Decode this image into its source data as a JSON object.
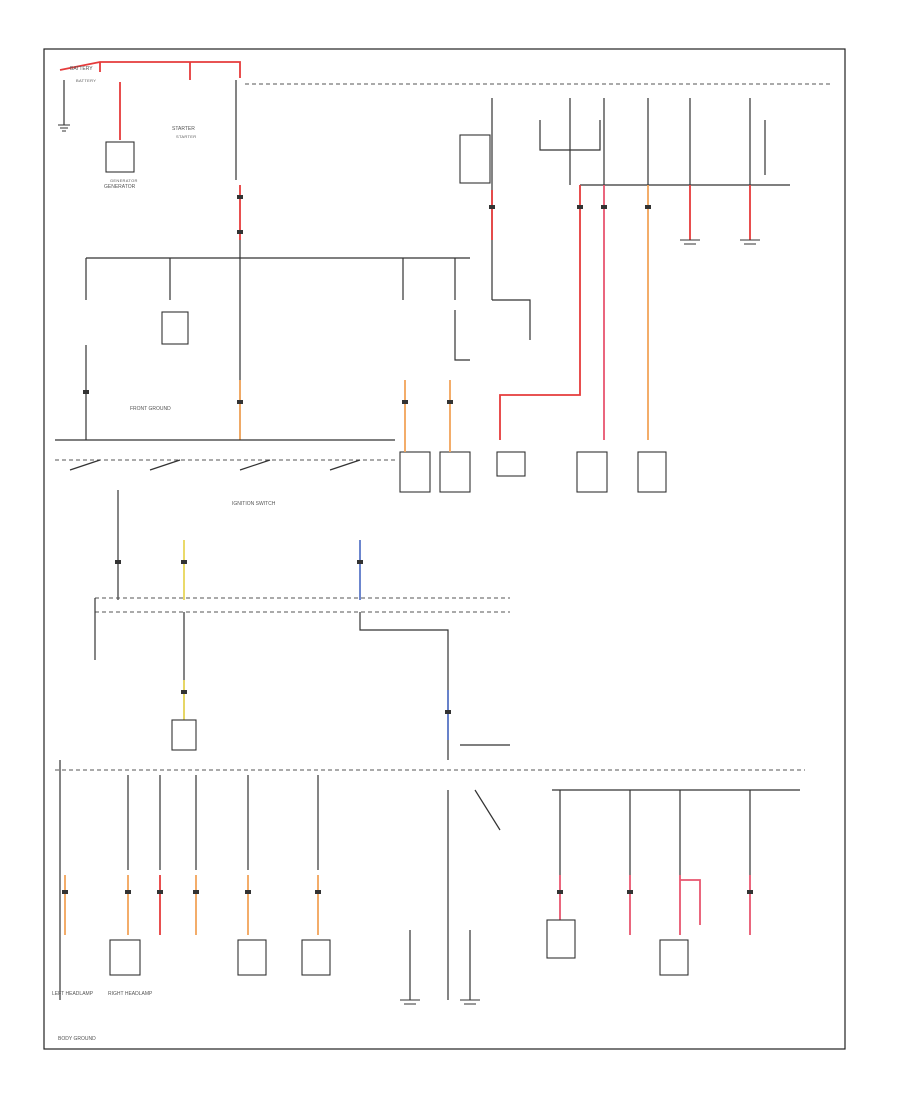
{
  "diagram": {
    "labels": {
      "battery": "BATTERY",
      "generator": "GENERATOR",
      "starter": "STARTER",
      "front_ground": "FRONT GROUND",
      "body_ground": "BODY GROUND",
      "headlamp_left": "LEFT HEADLAMP",
      "headlamp_right": "RIGHT HEADLAMP",
      "ignition_switch": "IGNITION SWITCH"
    }
  }
}
